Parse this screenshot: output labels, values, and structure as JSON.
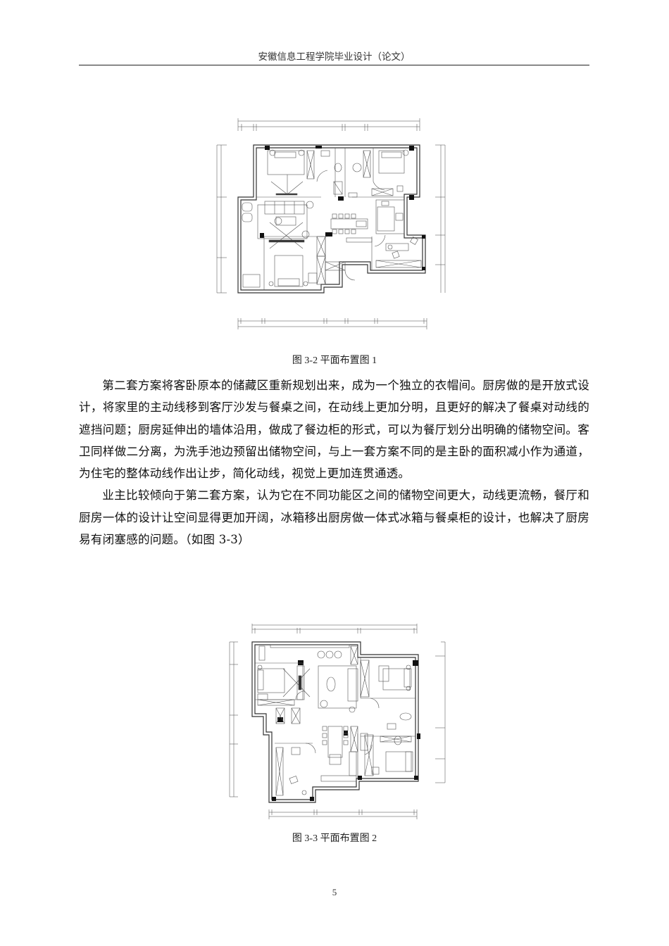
{
  "header": {
    "title": "安徽信息工程学院毕业设计（论文）"
  },
  "figures": [
    {
      "id": "fig-3-2",
      "caption": "图 3-2 平面布置图 1",
      "description": "Floor plan layout scheme 1: two bedrooms top, living room left, dining table center, kitchen right, master bedroom bottom-left, study bottom-right",
      "rooms": [
        "bedroom-top-left",
        "bathroom",
        "bathroom-2",
        "bedroom-top-right",
        "living-room",
        "dining",
        "kitchen",
        "master-bedroom",
        "study"
      ]
    },
    {
      "id": "fig-3-3",
      "caption": "图 3-3 平面布置图 2",
      "description": "Floor plan layout scheme 2: bedroom left, living area center, bedroom right, open kitchen with dining table, study bottom-left, bedroom bottom-right",
      "rooms": [
        "bedroom-left",
        "living-room",
        "bedroom-right",
        "bathroom",
        "dining",
        "kitchen",
        "study",
        "master-bedroom"
      ]
    }
  ],
  "paragraphs": [
    "第二套方案将客卧原本的储藏区重新规划出来，成为一个独立的衣帽间。厨房做的是开放式设计，将家里的主动线移到客厅沙发与餐桌之间，在动线上更加分明，且更好的解决了餐桌对动线的遮挡问题；厨房延伸出的墙体沿用，做成了餐边柜的形式，可以为餐厅划分出明确的储物空间。客卫同样做二分离，为洗手池边预留出储物空间，与上一套方案不同的是主卧的面积减小作为通道，为住宅的整体动线作出让步，简化动线，视觉上更加连贯通透。",
    "业主比较倾向于第二套方案，认为它在不同功能区之间的储物空间更大，动线更流畅，餐厅和厨房一体的设计让空间显得更加开阔，冰箱移出厨房做一体式冰箱与餐桌柜的设计，也解决了厨房易有闭塞感的问题。（如图 3-3）"
  ],
  "footer": {
    "page_number": "5"
  }
}
